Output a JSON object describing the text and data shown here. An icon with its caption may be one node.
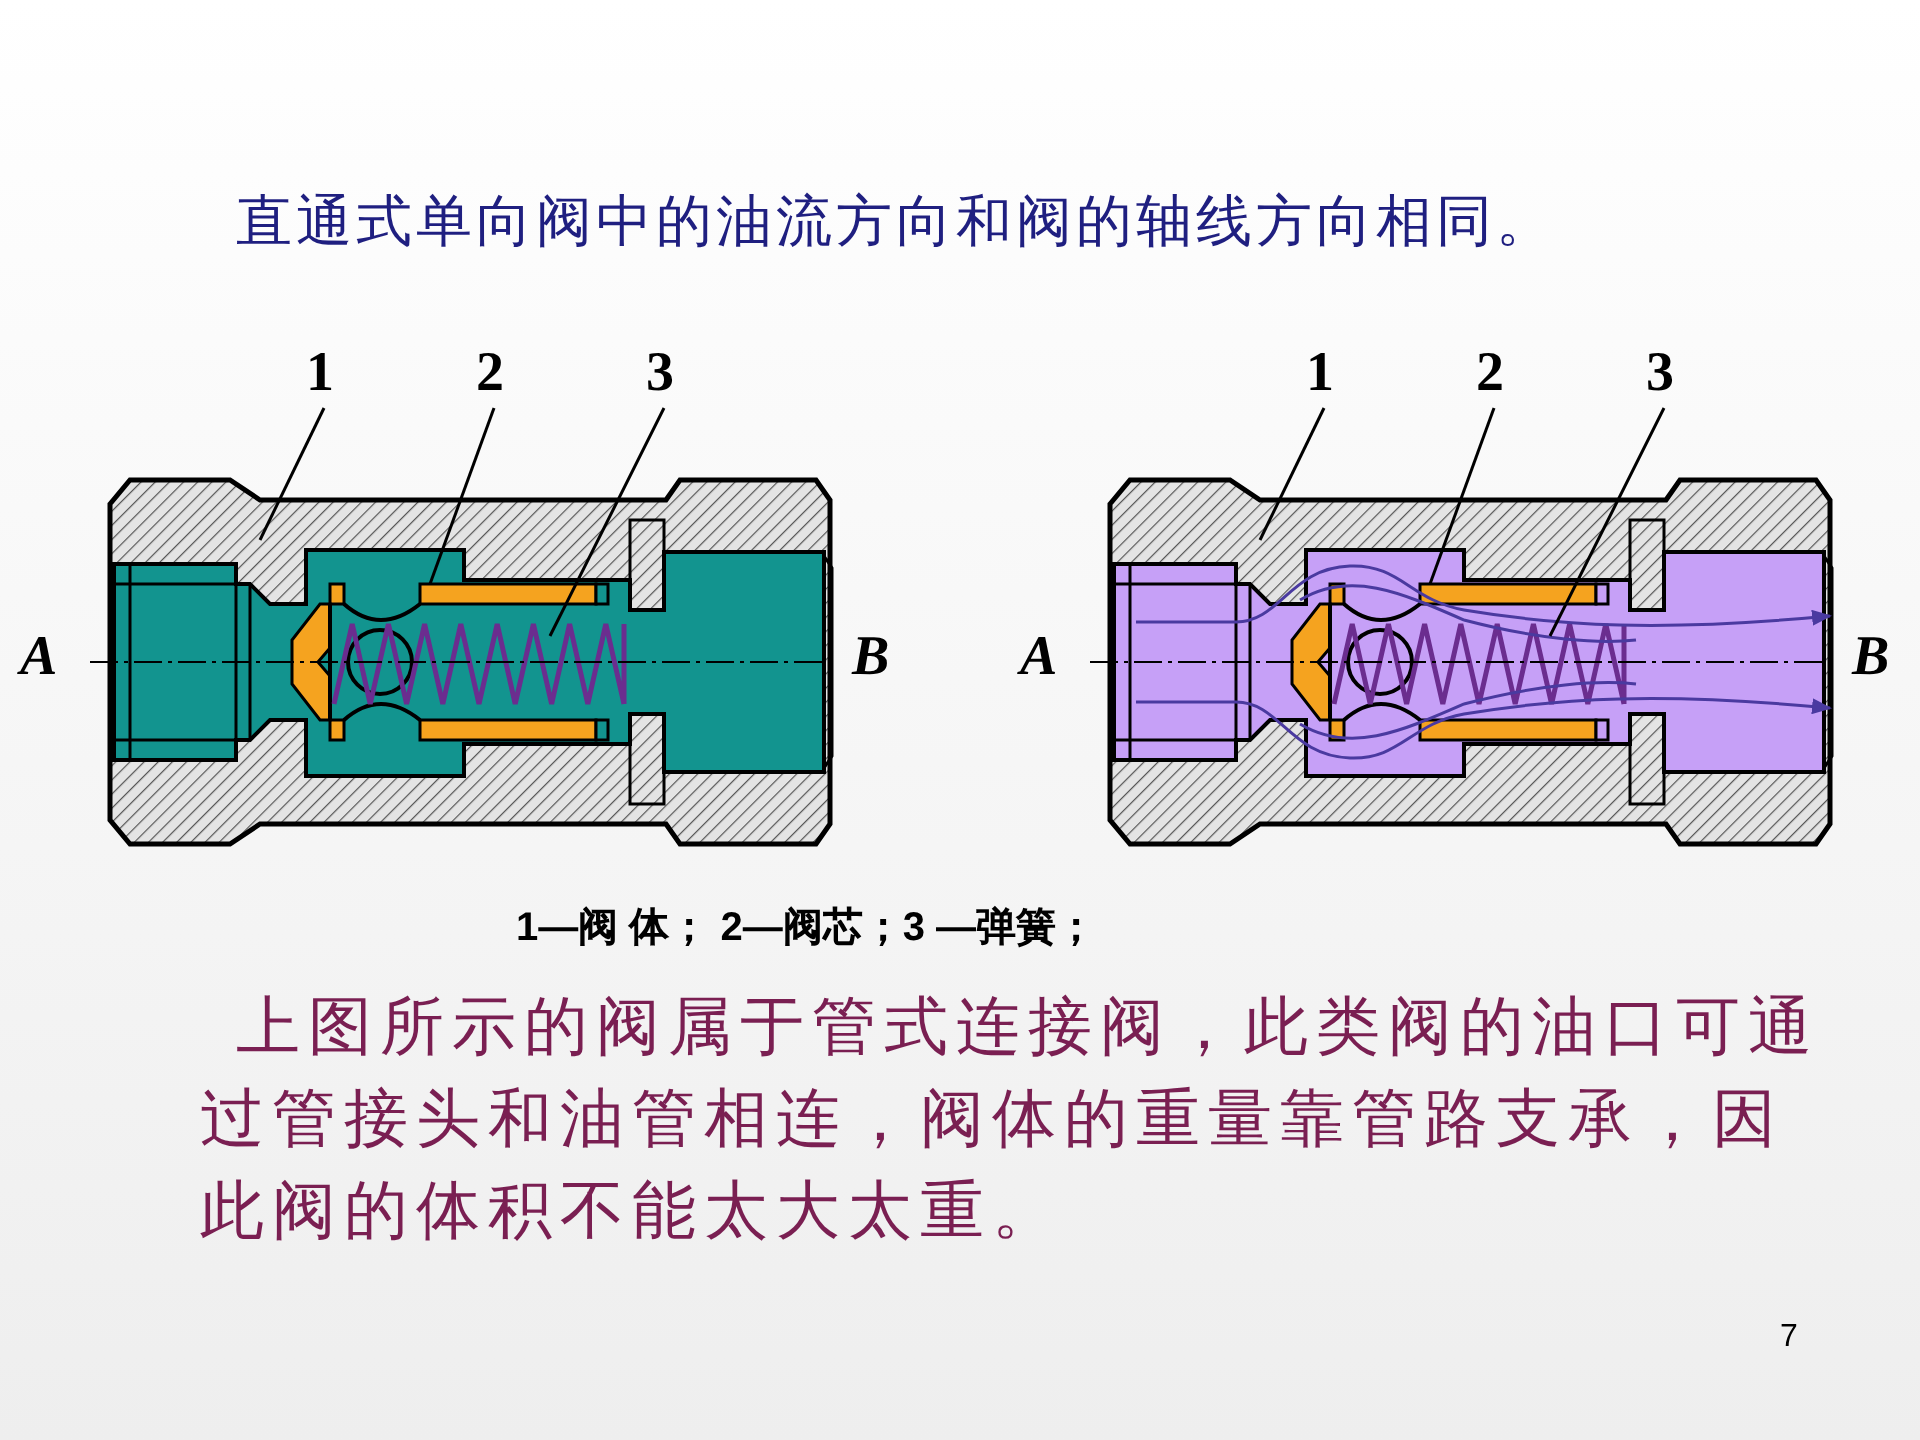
{
  "diagram": {
    "title": "直通式单向阀中的油流方向和阀的轴线方向相同。",
    "nodes": [
      {
        "text": [
          "1"
        ]
      },
      {
        "text": [
          "2"
        ]
      },
      {
        "text": [
          "3"
        ]
      },
      {
        "text": [
          "1"
        ]
      },
      {
        "text": [
          "2"
        ]
      },
      {
        "text": [
          "3"
        ]
      }
    ],
    "edges": [
      {
        "from": 0,
        "to": null,
        "arrow": "none"
      },
      {
        "from": 1,
        "to": null,
        "arrow": "none"
      },
      {
        "from": 2,
        "to": null,
        "arrow": "none"
      },
      {
        "from": 3,
        "to": null,
        "arrow": "none"
      },
      {
        "from": 4,
        "to": null,
        "arrow": "none"
      },
      {
        "from": 5,
        "to": null,
        "arrow": "none"
      }
    ],
    "labels": [
      "A",
      "B",
      "A",
      "B",
      "1—阀 体； 2—阀芯；3 —弹簧；",
      "上图所示的阀属于管式连接阀，此类阀的油口可通过管接头和油管相连，阀体的重量靠管路支承，因此阀的体积不能太大太重。",
      "7"
    ]
  }
}
